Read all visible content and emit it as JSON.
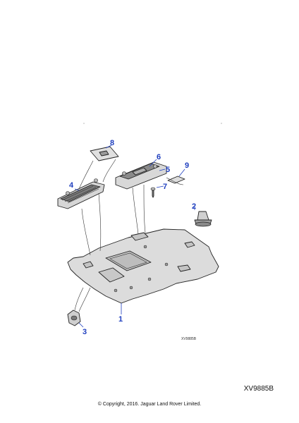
{
  "diagram": {
    "callouts": [
      "1",
      "2",
      "3",
      "4",
      "5",
      "6",
      "7",
      "8",
      "9"
    ],
    "inline_code": "XV9885B",
    "colors": {
      "callout": "#1f3fbf",
      "part_fill": "#d9d9d9",
      "part_dark": "#8c8c8c",
      "outline": "#222222"
    }
  },
  "reference_code": "XV9885B",
  "copyright": "© Copyright, 2016. Jaguar Land Rover Limited."
}
